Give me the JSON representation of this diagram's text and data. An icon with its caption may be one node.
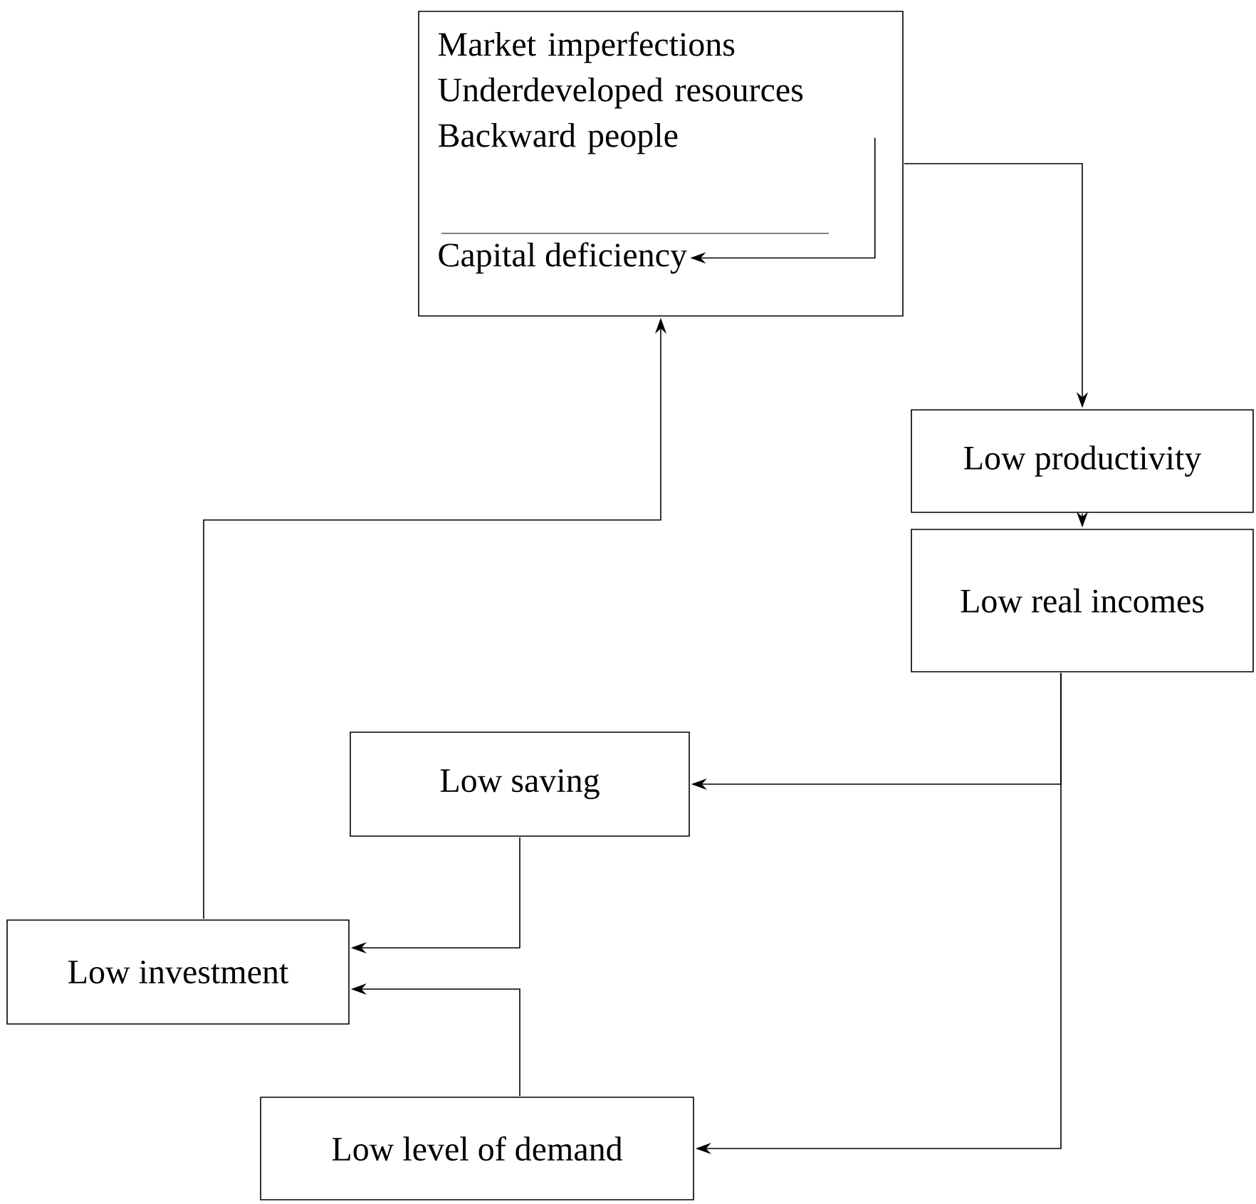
{
  "diagram": {
    "nodes": [
      {
        "text": [],
        "shape": "box"
      },
      {
        "text": [
          "Market imperfections",
          "Underdeveloped resources",
          "Backward people"
        ],
        "in": 0
      },
      {
        "text": [
          "Capital deficiency"
        ],
        "in": 0
      },
      {
        "text": [
          "Low productivity"
        ]
      },
      {
        "text": [
          "Low real incomes"
        ]
      },
      {
        "text": [
          "Low saving"
        ]
      },
      {
        "text": [
          "Low investment"
        ]
      },
      {
        "text": [
          "Low level of demand"
        ]
      }
    ],
    "edges": [
      {
        "from": 1,
        "to": 2,
        "arrow": "to"
      },
      {
        "from": 0,
        "to": 3,
        "arrow": "to"
      },
      {
        "from": 3,
        "to": 4,
        "arrow": "to"
      },
      {
        "from": 4,
        "to": 5,
        "arrow": "to"
      },
      {
        "from": 4,
        "to": 7,
        "arrow": "to"
      },
      {
        "from": 5,
        "to": 6,
        "arrow": "to"
      },
      {
        "from": 7,
        "to": 6,
        "arrow": "to"
      },
      {
        "from": 6,
        "to": 0,
        "arrow": "to"
      }
    ]
  }
}
